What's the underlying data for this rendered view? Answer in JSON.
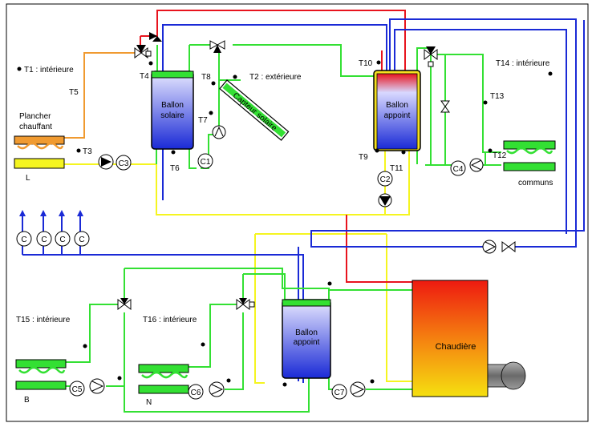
{
  "labels": {
    "t1": "T1 : intérieure",
    "t2": "T2 : extérieure",
    "t3": "T3",
    "t4": "T4",
    "t5": "T5",
    "t6": "T6",
    "t7": "T7",
    "t8": "T8",
    "t9": "T9",
    "t10": "T10",
    "t11": "T11",
    "t12": "T12",
    "t13": "T13",
    "t14": "T14 : intérieure",
    "t15": "T15 : intérieure",
    "t16": "T16 : intérieure",
    "plancher_line1": "Plancher",
    "plancher_line2": "chauffant",
    "floor_l": "L",
    "floor_b": "B",
    "floor_n": "N",
    "communs": "communs",
    "ballon_solaire_1": "Ballon",
    "ballon_solaire_2": "solaire",
    "ballon_appoint_top_1": "Ballon",
    "ballon_appoint_top_2": "appoint",
    "ballon_appoint_bottom_1": "Ballon",
    "ballon_appoint_bottom_2": "appoint",
    "capteur": "Capteur solaire",
    "chaudiere": "Chaudière"
  },
  "circulators": {
    "c1": "C1",
    "c2": "C2",
    "c3": "C3",
    "c4": "C4",
    "c5": "C5",
    "c6": "C6",
    "c7": "C7",
    "tap": "C"
  },
  "colors": {
    "hot": "#e8141e",
    "cold": "#1a2ad6",
    "loop": "#33e033",
    "yellow": "#f5f520",
    "orange": "#f09a30"
  }
}
